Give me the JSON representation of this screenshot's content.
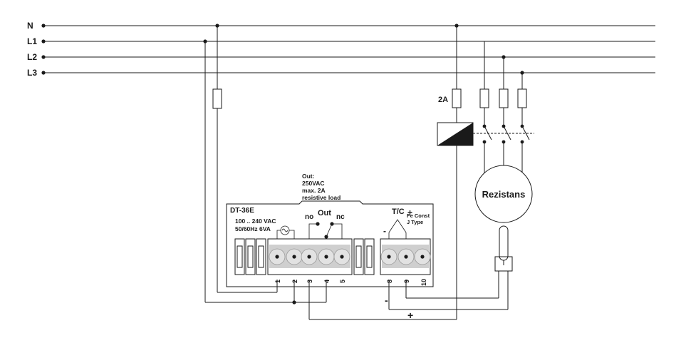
{
  "lines": {
    "n": "N",
    "l1": "L1",
    "l2": "L2",
    "l3": "L3"
  },
  "fuse_rating": "2A",
  "load_label": "Rezistans",
  "device": {
    "model": "DT-36E",
    "supply_line1": "100 .. 240 VAC",
    "supply_line2": "50/60Hz 6VA",
    "out_spec_line1": "Out:",
    "out_spec_line2": "250VAC",
    "out_spec_line3": "max. 2A",
    "out_spec_line4": "resistive load",
    "out_label": "Out",
    "no_label": "no",
    "nc_label": "nc",
    "tc_label": "T/C",
    "tc_type_line1": "Fe Const",
    "tc_type_line2": "J Type",
    "tc_minus": "-",
    "tc_plus": "+"
  },
  "terminals": [
    "1",
    "2",
    "3",
    "4",
    "5",
    "8",
    "9",
    "10"
  ],
  "sensor_minus": "-",
  "sensor_plus": "+"
}
